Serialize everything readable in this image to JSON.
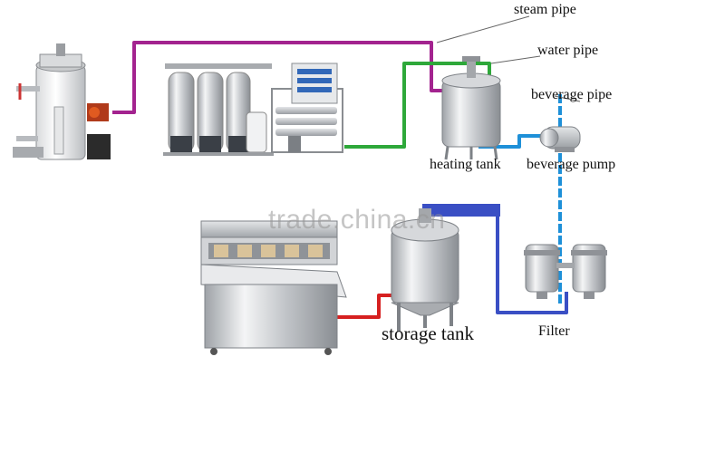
{
  "labels": {
    "steam_pipe": "steam pipe",
    "water_pipe": "water pipe",
    "beverage_pipe": "beverage pipe",
    "heating_tank": "heating tank",
    "beverage_pump": "beverage pump",
    "storage_tank": "storage tank",
    "filter": "Filter"
  },
  "watermark": "trade.china.cn",
  "colors": {
    "steam_pipe": "#a3238f",
    "water_pipe": "#2ea83a",
    "beverage_pipe": "#1e90d8",
    "filter_pipe": "#3a4fc4",
    "output_pipe": "#d62020",
    "steel": "#c9ccd0"
  }
}
